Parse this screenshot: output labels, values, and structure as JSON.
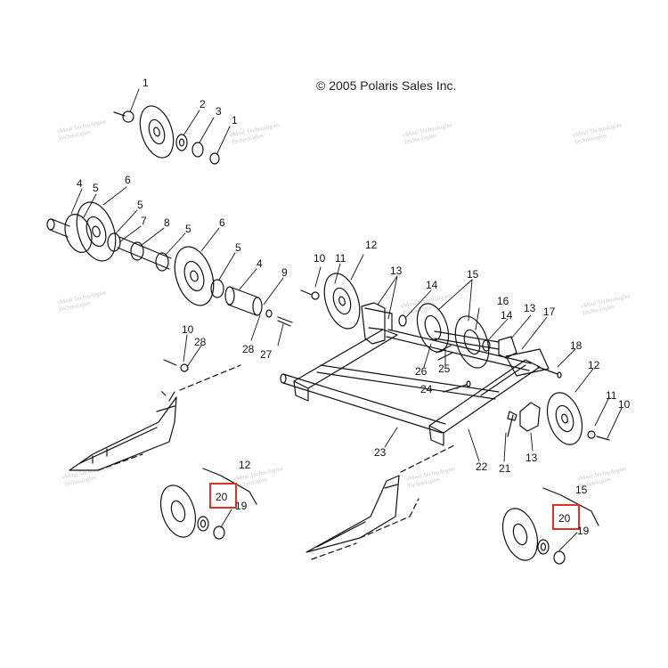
{
  "copyright": "© 2005 Polaris Sales Inc.",
  "watermark": {
    "line1": "vMeal Technologies",
    "line2": "Technologies"
  },
  "callouts": [
    {
      "id": "c1a",
      "text": "1"
    },
    {
      "id": "c2",
      "text": "2"
    },
    {
      "id": "c3",
      "text": "3"
    },
    {
      "id": "c1b",
      "text": "1"
    },
    {
      "id": "c4a",
      "text": "4"
    },
    {
      "id": "c5a",
      "text": "5"
    },
    {
      "id": "c6a",
      "text": "6"
    },
    {
      "id": "c5b",
      "text": "5"
    },
    {
      "id": "c7",
      "text": "7"
    },
    {
      "id": "c8",
      "text": "8"
    },
    {
      "id": "c5c",
      "text": "5"
    },
    {
      "id": "c6b",
      "text": "6"
    },
    {
      "id": "c5d",
      "text": "5"
    },
    {
      "id": "c4b",
      "text": "4"
    },
    {
      "id": "c9",
      "text": "9"
    },
    {
      "id": "c28a",
      "text": "28"
    },
    {
      "id": "c27",
      "text": "27"
    },
    {
      "id": "c10a",
      "text": "10"
    },
    {
      "id": "c28b",
      "text": "28"
    },
    {
      "id": "c10b",
      "text": "10"
    },
    {
      "id": "c11a",
      "text": "11"
    },
    {
      "id": "c12a",
      "text": "12"
    },
    {
      "id": "c13a",
      "text": "13"
    },
    {
      "id": "c14a",
      "text": "14"
    },
    {
      "id": "c15a",
      "text": "15"
    },
    {
      "id": "c16",
      "text": "16"
    },
    {
      "id": "c14b",
      "text": "14"
    },
    {
      "id": "c13b",
      "text": "13"
    },
    {
      "id": "c17",
      "text": "17"
    },
    {
      "id": "c26",
      "text": "26"
    },
    {
      "id": "c25",
      "text": "25"
    },
    {
      "id": "c24",
      "text": "24"
    },
    {
      "id": "c18",
      "text": "18"
    },
    {
      "id": "c12b",
      "text": "12"
    },
    {
      "id": "c11b",
      "text": "11"
    },
    {
      "id": "c10c",
      "text": "10"
    },
    {
      "id": "c23",
      "text": "23"
    },
    {
      "id": "c22",
      "text": "22"
    },
    {
      "id": "c21",
      "text": "21"
    },
    {
      "id": "c13c",
      "text": "13"
    },
    {
      "id": "c12c",
      "text": "12"
    },
    {
      "id": "c20a",
      "text": "20"
    },
    {
      "id": "c19a",
      "text": "19"
    },
    {
      "id": "c15b",
      "text": "15"
    },
    {
      "id": "c20b",
      "text": "20"
    },
    {
      "id": "c19b",
      "text": "19"
    }
  ],
  "highlight_color": "#e0302a"
}
